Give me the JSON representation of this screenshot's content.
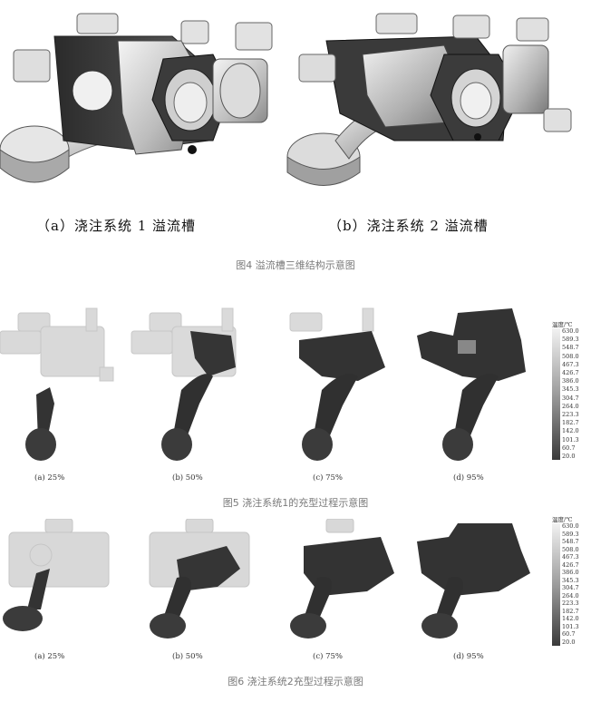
{
  "figure4": {
    "panel_a_caption": "（a）浇注系统 1 溢流槽",
    "panel_b_caption": "（b）浇注系统 2 溢流槽",
    "caption": "图4 溢流槽三维结构示意图"
  },
  "figure5": {
    "panels": [
      "(a) 25%",
      "(b) 50%",
      "(c) 75%",
      "(d) 95%"
    ],
    "legend_title": "温度/℃",
    "caption": "图5 浇注系统1的充型过程示意图"
  },
  "figure6": {
    "panels": [
      "(a) 25%",
      "(b) 50%",
      "(c) 75%",
      "(d) 95%"
    ],
    "legend_title": "温度/℃",
    "caption": "图6 浇注系统2充型过程示意图"
  },
  "legend_values": [
    "630.0",
    "589.3",
    "548.7",
    "508.0",
    "467.3",
    "426.7",
    "386.0",
    "345.3",
    "304.7",
    "264.0",
    "223.3",
    "182.7",
    "142.0",
    "101.3",
    "60.7",
    "20.0"
  ],
  "colors": {
    "caption_gray": "#7a7a7a",
    "filled_metal": "#3a3a3a",
    "unfilled_cavity": "#d8d8d8"
  }
}
